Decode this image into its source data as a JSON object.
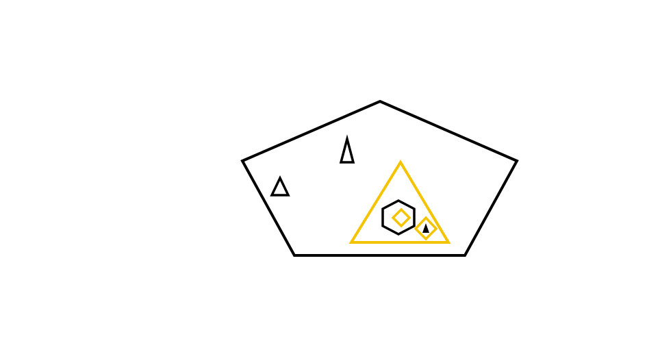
{
  "colors": {
    "background": "#ffffff",
    "black": "#000000",
    "yellow": "#f5c400"
  },
  "shapes": [
    {
      "name": "outer-pentagon",
      "kind": "pentagon",
      "stroke": "black"
    },
    {
      "name": "small-triangle-upper",
      "kind": "triangle",
      "stroke": "black"
    },
    {
      "name": "small-triangle-left",
      "kind": "triangle",
      "stroke": "black"
    },
    {
      "name": "inner-triangle",
      "kind": "triangle",
      "stroke": "yellow"
    },
    {
      "name": "hexagon",
      "kind": "hexagon",
      "stroke": "black"
    },
    {
      "name": "diamond-inside-hexagon",
      "kind": "diamond",
      "stroke": "yellow"
    },
    {
      "name": "diamond-lower-right",
      "kind": "diamond",
      "stroke": "yellow"
    },
    {
      "name": "tiny-filled-triangle",
      "kind": "triangle",
      "fill": "black"
    }
  ]
}
